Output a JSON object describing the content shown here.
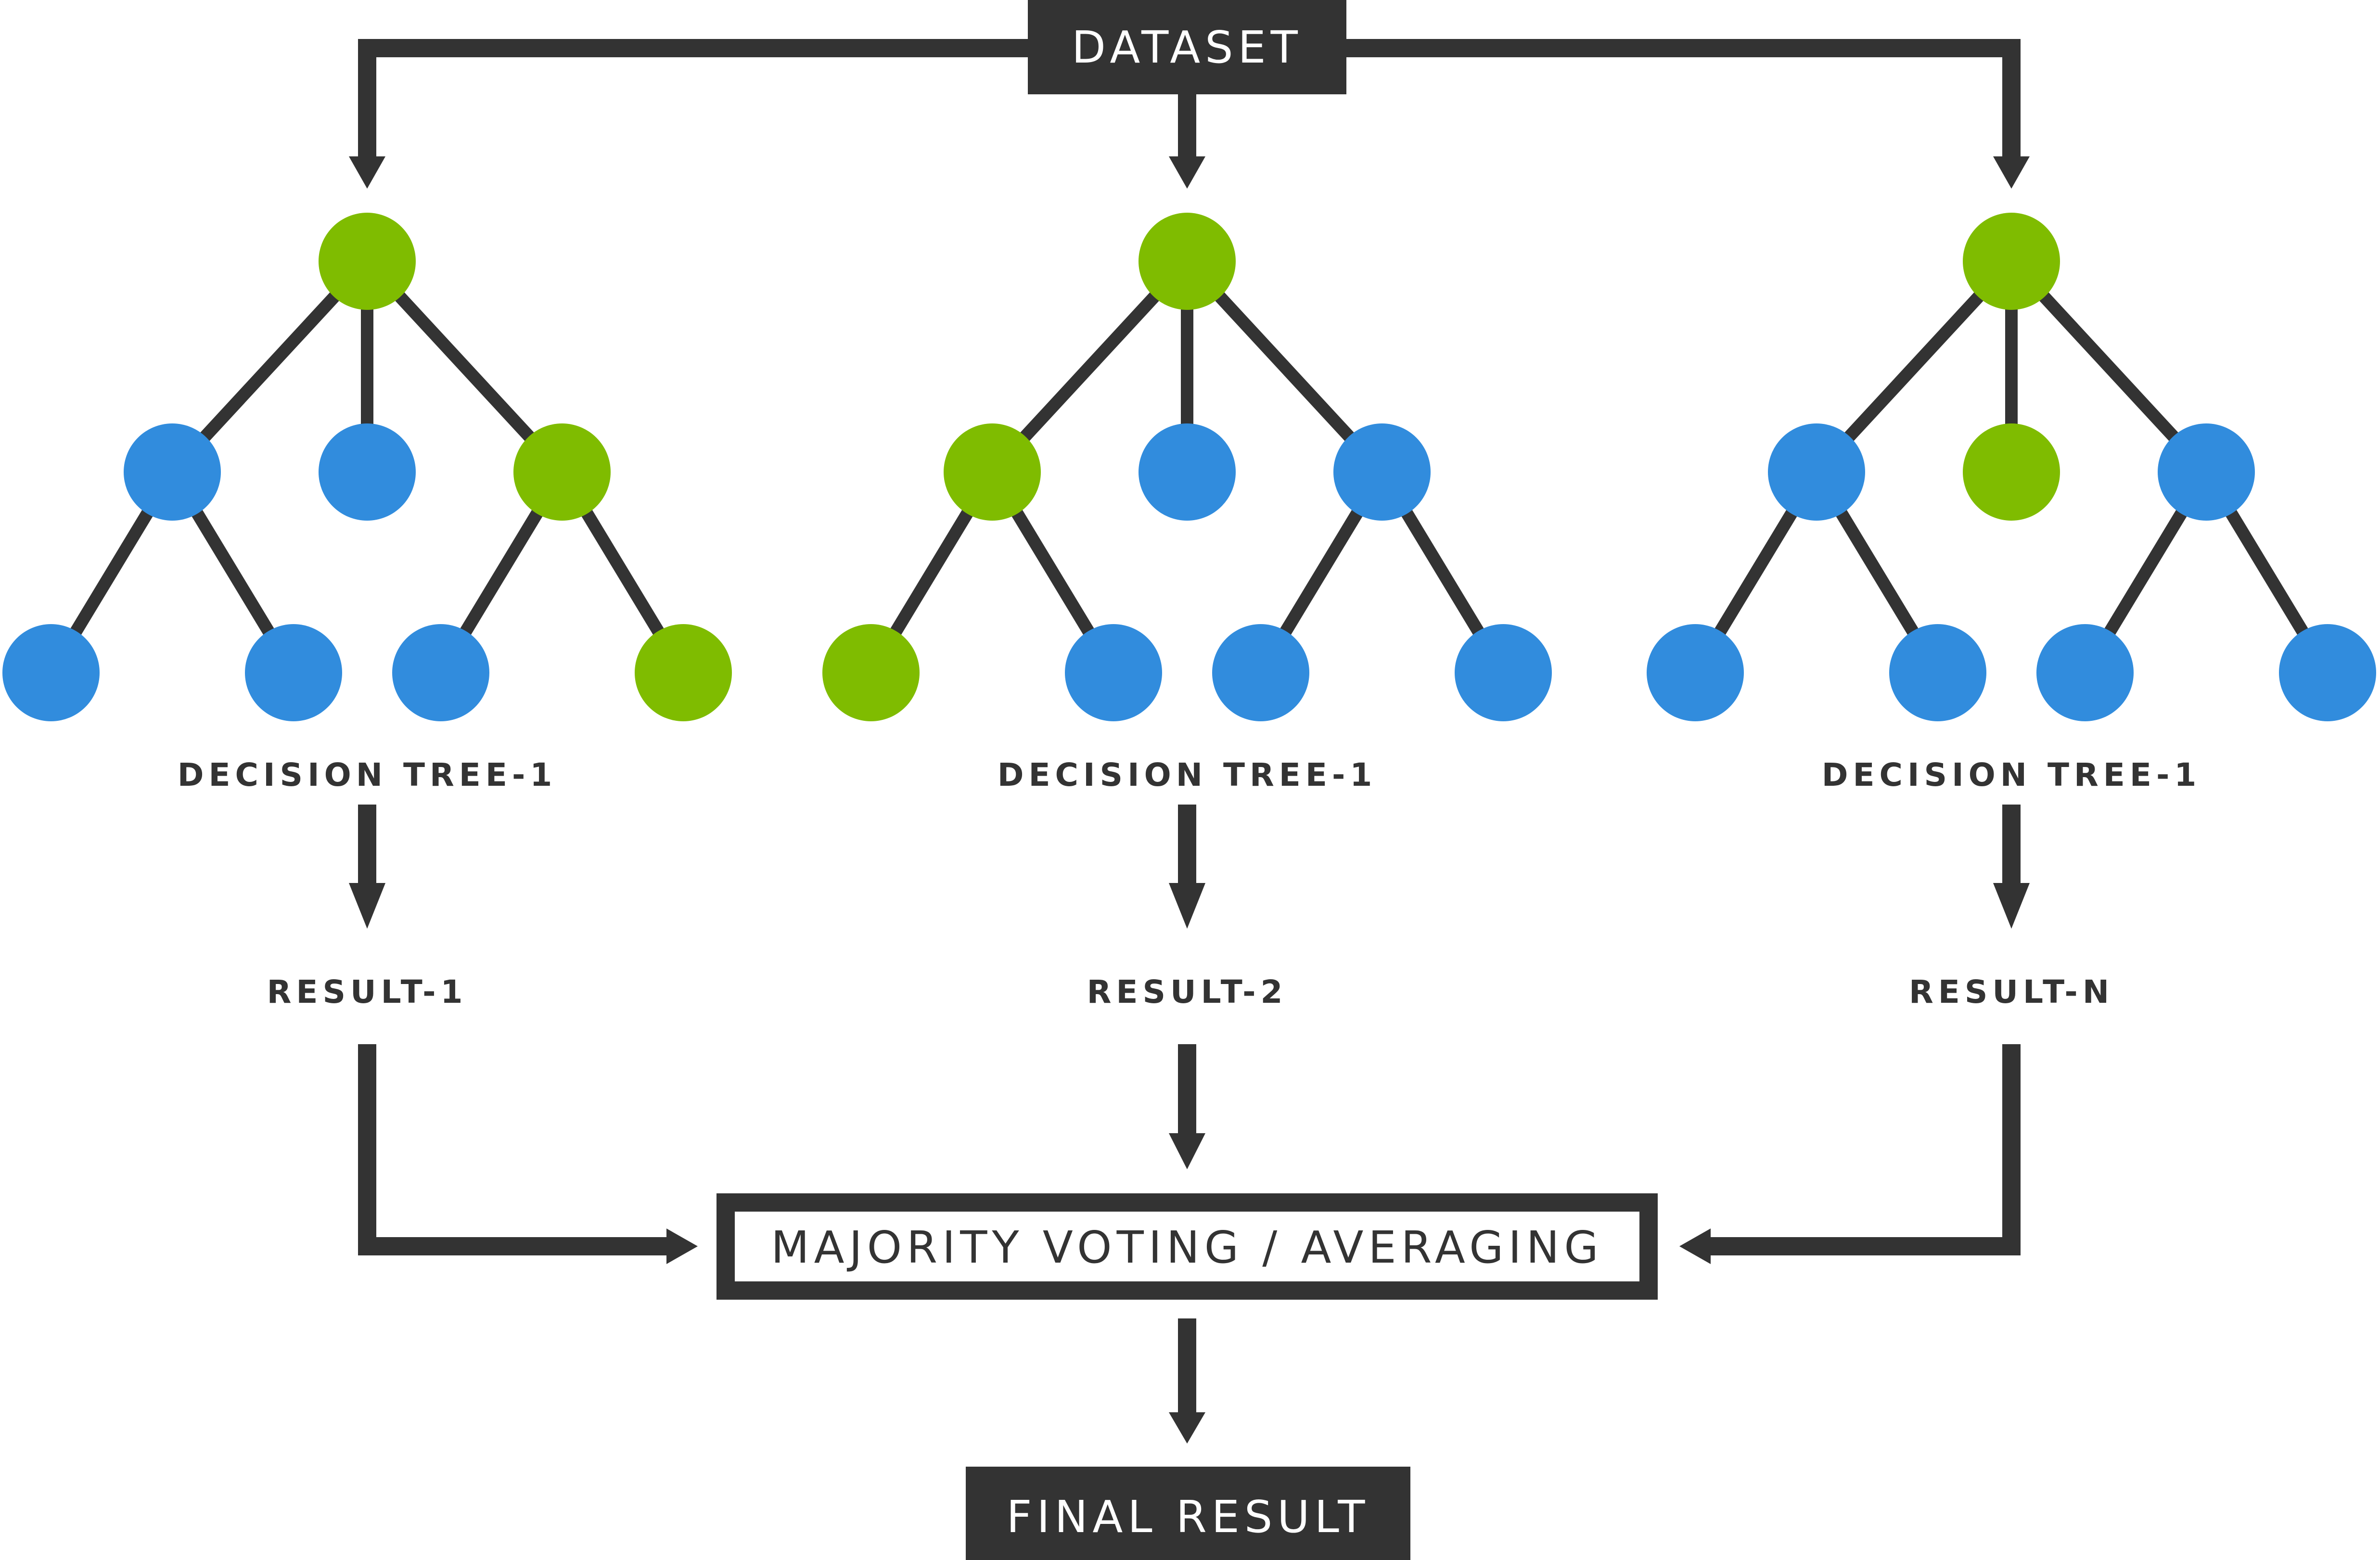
{
  "title_box": {
    "label": "DATASET"
  },
  "aggregator": {
    "label": "MAJORITY VOTING / AVERAGING"
  },
  "final": {
    "label": "FINAL RESULT"
  },
  "colors": {
    "dark": "#333333",
    "green": "#7fbc00",
    "blue": "#318cdd",
    "background": "#ffffff"
  },
  "trees": [
    {
      "label": "DECISION TREE-1",
      "result": "RESULT-1",
      "root": "green",
      "children": [
        {
          "color": "blue",
          "children": [
            "blue",
            "blue"
          ]
        },
        {
          "color": "blue",
          "children": []
        },
        {
          "color": "green",
          "children": [
            "blue",
            "green"
          ]
        }
      ]
    },
    {
      "label": "DECISION TREE-1",
      "result": "RESULT-2",
      "root": "green",
      "children": [
        {
          "color": "green",
          "children": [
            "green",
            "blue"
          ]
        },
        {
          "color": "blue",
          "children": []
        },
        {
          "color": "blue",
          "children": [
            "blue",
            "blue"
          ]
        }
      ]
    },
    {
      "label": "DECISION TREE-1",
      "result": "RESULT-N",
      "root": "green",
      "children": [
        {
          "color": "blue",
          "children": [
            "blue",
            "blue"
          ]
        },
        {
          "color": "green",
          "children": []
        },
        {
          "color": "blue",
          "children": [
            "blue",
            "blue"
          ]
        }
      ]
    }
  ]
}
